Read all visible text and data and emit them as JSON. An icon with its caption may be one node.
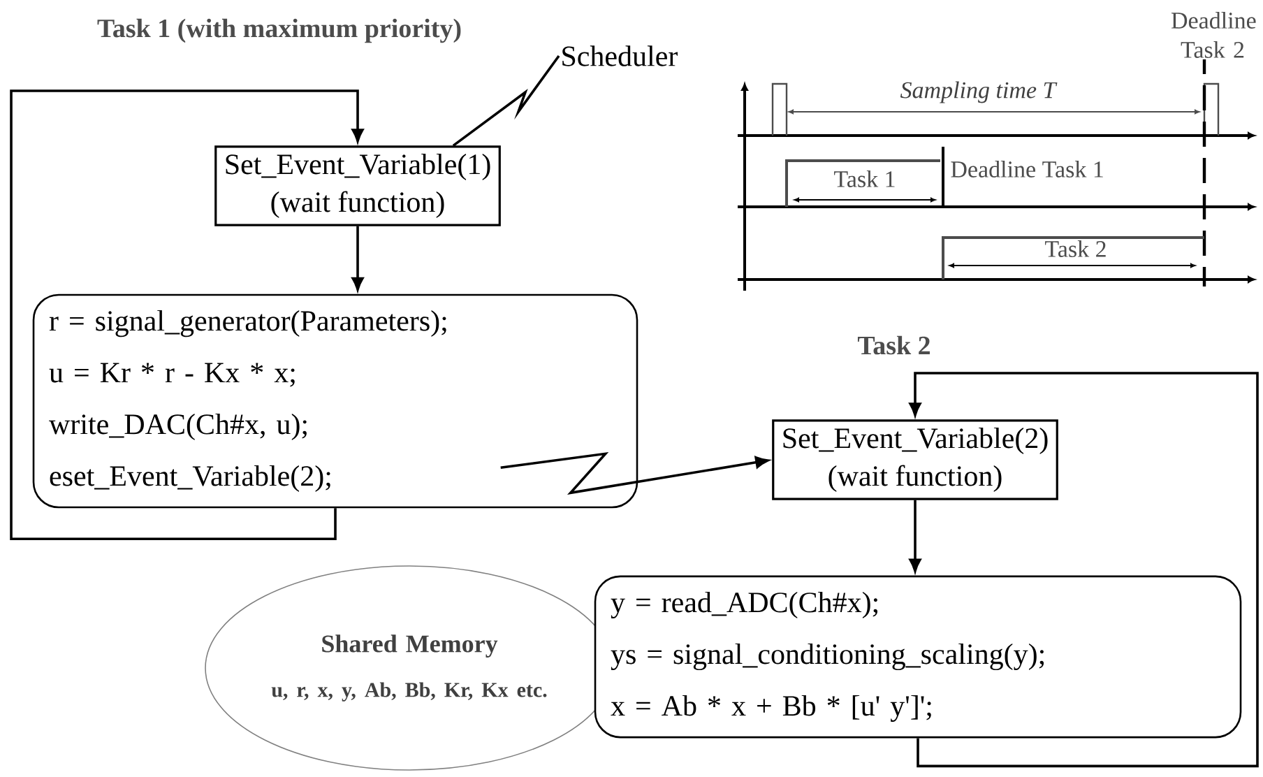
{
  "diagram": {
    "title": "Task 1 (with maximum priority)",
    "nodes": [
      {
        "text": [
          "Set_Event_Variable(1)",
          "(wait function)"
        ]
      },
      {
        "text": [
          "r = signal_generator(Parameters);",
          "u = Kr * r - Kx * x;",
          "write_DAC(Ch#x, u);",
          "eset_Event_Variable(2);"
        ]
      },
      {
        "text": [
          "Set_Event_Variable(2)",
          "(wait function)"
        ]
      },
      {
        "text": [
          "y = read_ADC(Ch#x);",
          "ys = signal_conditioning_scaling(y);",
          "x = Ab * x + Bb * [u' y']';"
        ]
      },
      {
        "text": [
          "Shared Memory",
          "u, r, x, y, Ab, Bb, Kr, Kx etc."
        ]
      },
      {
        "text": [
          "Scheduler"
        ]
      }
    ],
    "edges": [
      {
        "from": 0,
        "to": 1,
        "arrow": "to"
      },
      {
        "from": 1,
        "to": 0,
        "arrow": "to"
      },
      {
        "from": 1,
        "to": 2,
        "arrow": "to"
      },
      {
        "from": 2,
        "to": 3,
        "arrow": "to"
      },
      {
        "from": 3,
        "to": 2,
        "arrow": "to"
      },
      {
        "from": 5,
        "to": 0,
        "arrow": "none"
      }
    ],
    "labels": [
      "Task 2",
      "Sampling time T",
      "Deadline Task 2",
      "Deadline Task 1",
      "Task 1",
      "Task 2"
    ]
  }
}
